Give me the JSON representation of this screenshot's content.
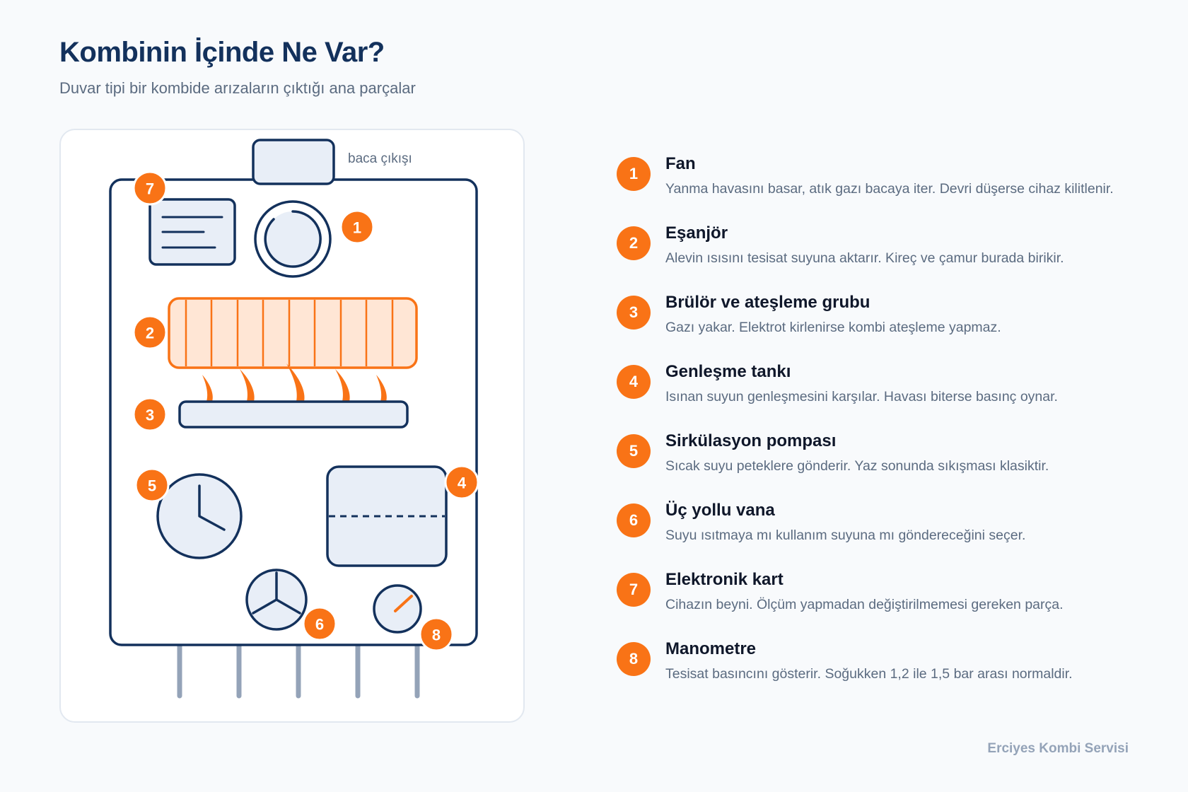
{
  "header": {
    "title": "Kombinin İçinde Ne Var?",
    "subtitle": "Duvar tipi bir kombide arızaların çıktığı ana parçalar"
  },
  "diagram": {
    "flue_label": "baca çıkışı",
    "badges": [
      "1",
      "2",
      "3",
      "4",
      "5",
      "6",
      "7",
      "8"
    ]
  },
  "colors": {
    "accent": "#f97316",
    "outline": "#13315c",
    "part_fill": "#e8eef7",
    "exchanger_fill": "#ffe6d5",
    "pipe": "#94a3b8"
  },
  "parts": [
    {
      "num": "1",
      "title": "Fan",
      "desc": "Yanma havasını basar, atık gazı bacaya iter. Devri düşerse cihaz kilitlenir."
    },
    {
      "num": "2",
      "title": "Eşanjör",
      "desc": "Alevin ısısını tesisat suyuna aktarır. Kireç ve çamur burada birikir."
    },
    {
      "num": "3",
      "title": "Brülör ve ateşleme grubu",
      "desc": "Gazı yakar. Elektrot kirlenirse kombi ateşleme yapmaz."
    },
    {
      "num": "4",
      "title": "Genleşme tankı",
      "desc": "Isınan suyun genleşmesini karşılar. Havası biterse basınç oynar."
    },
    {
      "num": "5",
      "title": "Sirkülasyon pompası",
      "desc": "Sıcak suyu peteklere gönderir. Yaz sonunda sıkışması klasiktir."
    },
    {
      "num": "6",
      "title": "Üç yollu vana",
      "desc": "Suyu ısıtmaya mı kullanım suyuna mı göndereceğini seçer."
    },
    {
      "num": "7",
      "title": "Elektronik kart",
      "desc": "Cihazın beyni. Ölçüm yapmadan değiştirilmemesi gereken parça."
    },
    {
      "num": "8",
      "title": "Manometre",
      "desc": "Tesisat basıncını gösterir. Soğukken 1,2 ile 1,5 bar arası normaldir."
    }
  ],
  "footer": "Erciyes Kombi Servisi"
}
